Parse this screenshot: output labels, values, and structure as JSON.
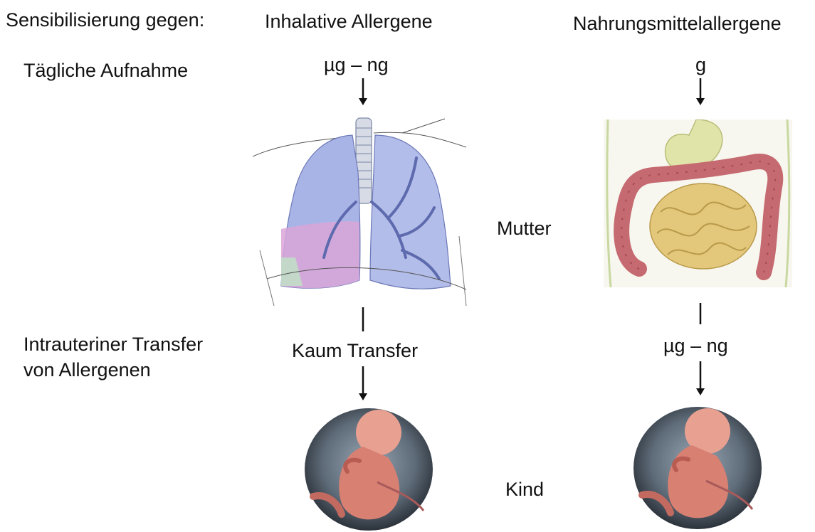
{
  "labels": {
    "sensitization": "Sensibilisierung gegen:",
    "daily_intake": "Tägliche Aufnahme",
    "transfer_line1": "Intrauteriner Transfer",
    "transfer_line2": "von Allergenen",
    "mother": "Mutter",
    "child": "Kind"
  },
  "columns": {
    "inhalant": {
      "title": "Inhalative Allergene",
      "intake": "µg – ng",
      "transfer": "Kaum Transfer"
    },
    "food": {
      "title": "Nahrungsmittelallergene",
      "intake": "g",
      "transfer": "µg – ng"
    }
  },
  "icons": {
    "organ_left": "lungs-illustration",
    "organ_right": "intestines-illustration",
    "fetus": "fetus-illustration"
  }
}
